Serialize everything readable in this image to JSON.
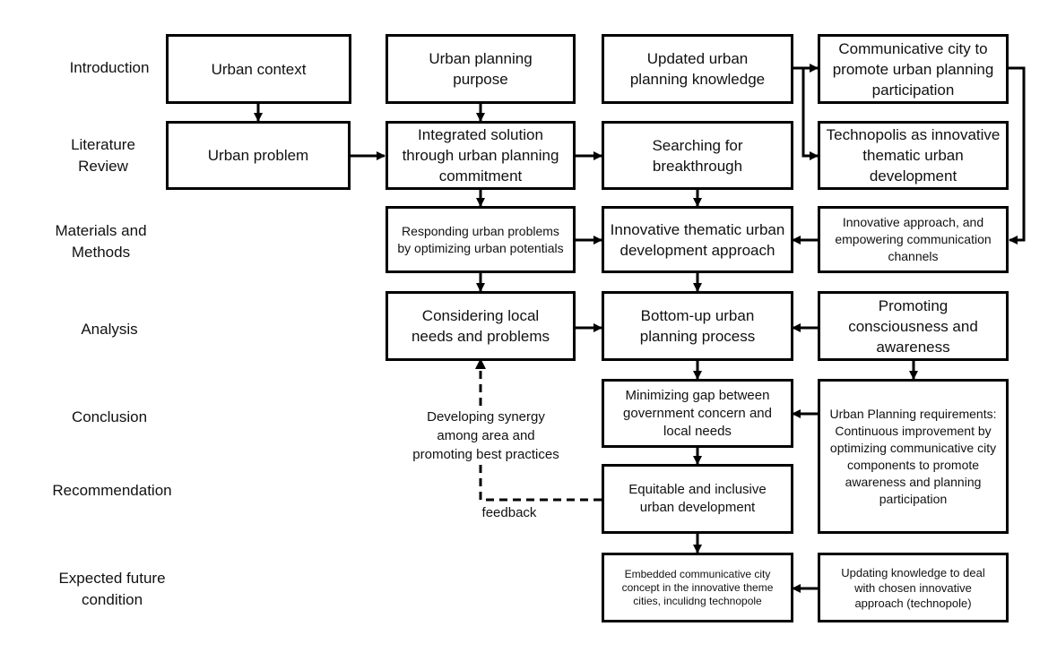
{
  "stages": [
    "Introduction",
    "Literature Review",
    "Materials and Methods",
    "Analysis",
    "Conclusion",
    "Recommendation",
    "Expected future condition"
  ],
  "boxes": {
    "urban_context": "Urban context",
    "urban_planning_purpose": "Urban planning purpose",
    "updated_knowledge": "Updated urban planning knowledge",
    "communicative_city": "Communicative city to promote urban planning participation",
    "urban_problem": "Urban problem",
    "integrated_solution": "Integrated solution through urban planning commitment",
    "searching_breakthrough": "Searching for breakthrough",
    "technopolis": "Technopolis as innovative thematic urban development",
    "responding_problems": "Responding urban problems by optimizing urban potentials",
    "innovative_thematic": "Innovative thematic urban development approach",
    "innovative_approach": "Innovative approach, and empowering communication channels",
    "considering_local": "Considering local needs and problems",
    "bottom_up": "Bottom-up urban planning process",
    "promoting_consciousness": "Promoting consciousness and awareness",
    "minimizing_gap": "Minimizing gap between government concern and local needs",
    "planning_requirements": "Urban Planning requirements: Continuous improvement by optimizing communicative city components to promote awareness and planning participation",
    "equitable_inclusive": "Equitable and inclusive urban development",
    "embedded_concept": "Embedded communicative city concept in the innovative theme cities, inculidng technopole",
    "updating_knowledge": "Updating knowledge to deal with chosen innovative approach (technopole)"
  },
  "labels": {
    "synergy": "Developing synergy among area and promoting best practices",
    "feedback": "feedback"
  }
}
